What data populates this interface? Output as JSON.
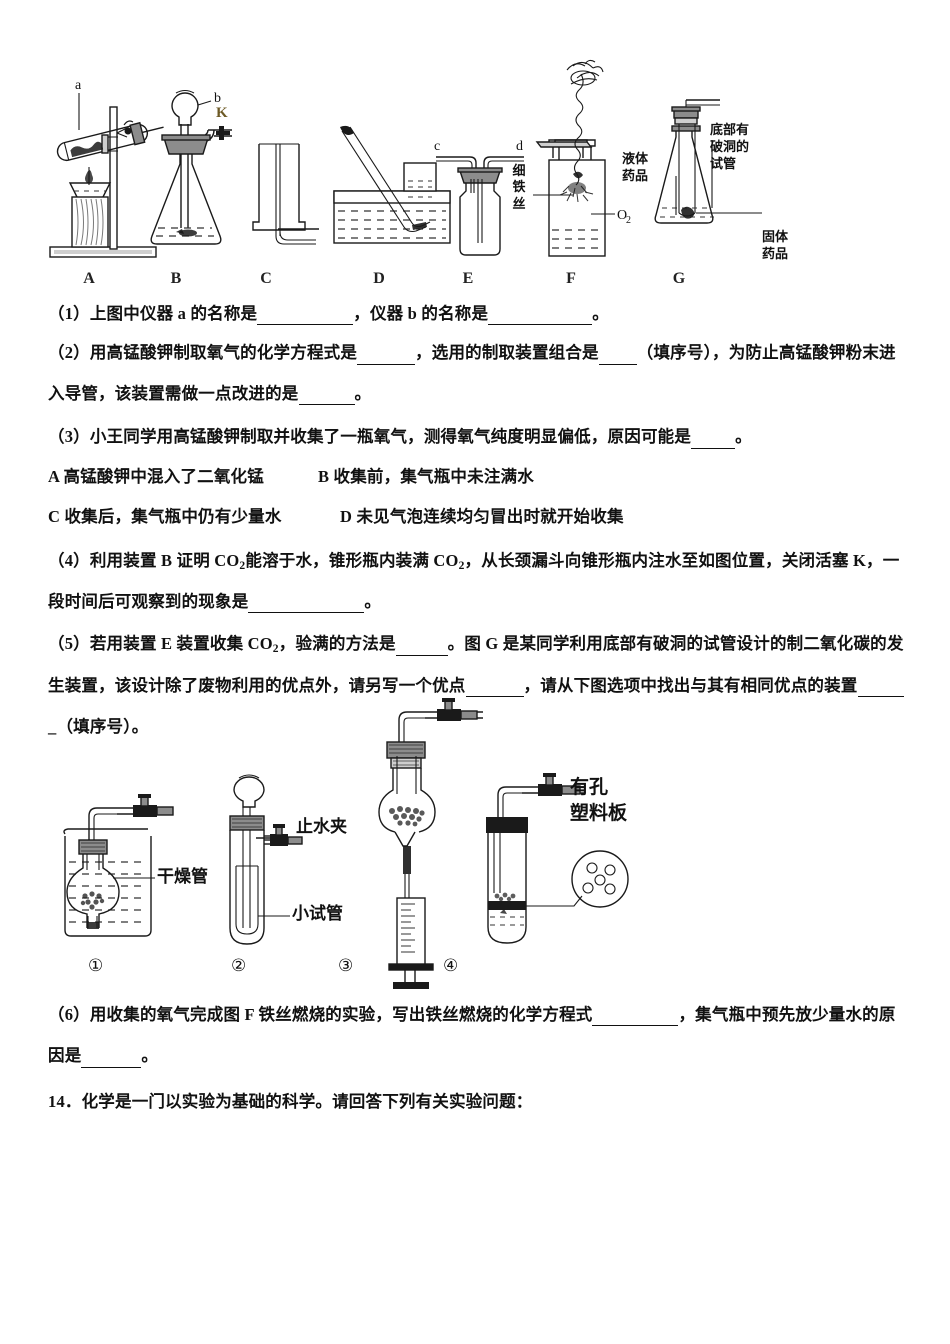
{
  "page": {
    "background": "#ffffff",
    "text_color": "#111111"
  },
  "figure_top": {
    "name": "gas-preparation-apparatus-set",
    "captions": [
      "A",
      "B",
      "C",
      "D",
      "E",
      "F",
      "G"
    ],
    "inline_labels": {
      "a": "a",
      "b": "b",
      "k": "K",
      "c": "c",
      "d": "d",
      "o2": "O",
      "o2_sub": "2",
      "fine_iron_wire": "细\n铁\n丝",
      "liquid_reagent": "液体\n药品",
      "broken_bottom_tube": "底部有\n破洞的\n试管",
      "solid_reagent": "固体\n药品"
    }
  },
  "questions": [
    {
      "id": "q1",
      "segments": [
        {
          "type": "text",
          "value": "（1）上图中仪器 a 的名称是"
        },
        {
          "type": "blank",
          "width": 96
        },
        {
          "type": "text",
          "value": "，仪器 b 的名称是"
        },
        {
          "type": "blank",
          "width": 102
        },
        {
          "type": "text",
          "value": "。"
        }
      ],
      "plain": "（1）上图中仪器 a 的名称是________，仪器 b 的名称是_________。"
    },
    {
      "id": "q2",
      "plain": "（2）用高锰酸钾制取氧气的化学方程式是______，选用的制取装置组合是____（填序号），为防止高锰酸钾粉末进入导管，该装置需做一点改进的是______。"
    },
    {
      "id": "q3",
      "plain": "（3）小王同学用高锰酸钾制取并收集了一瓶氧气，测得氧气纯度明显偏低，原因可能是_____。",
      "options": [
        {
          "key": "A",
          "text": "A 高锰酸钾中混入了二氧化锰"
        },
        {
          "key": "B",
          "text": "B 收集前，集气瓶中未注满水"
        },
        {
          "key": "C",
          "text": "C 收集后，集气瓶中仍有少量水"
        },
        {
          "key": "D",
          "text": "D 未见气泡连续均匀冒出时就开始收集"
        }
      ]
    },
    {
      "id": "q4",
      "plain": "（4）利用装置 B 证明 CO₂能溶于水，锥形瓶内装满 CO₂，从长颈漏斗向锥形瓶内注水至如图位置，关闭活塞 K，一段时间后可观察到的现象是____________。"
    },
    {
      "id": "q5",
      "plain": "（5）若用装置 E 装置收集 CO₂，验满的方法是______。图 G 是某同学利用底部有破洞的试管设计的制二氧化碳的发生装置，该设计除了废物利用的优点外，请另写一个优点_______，请从下图选项中找出与其有相同优点的装置_____ _（填序号）。"
    },
    {
      "id": "q6",
      "plain": "（6）用收集的氧气完成图 F 铁丝燃烧的实验，写出铁丝燃烧的化学方程式__________，集气瓶中预先放少量水的原因是_______。"
    }
  ],
  "question_lines": {
    "q1": "（1）上图中仪器 a 的名称是",
    "q1b": "，仪器 b 的名称是",
    "q1c": "。",
    "q2a": "（2）用高锰酸钾制取氧气的化学方程式是",
    "q2b": "，选用的制取装置组合是",
    "q2c": "（填序号），为防止高锰酸钾粉末进",
    "q2d": "入导管，该装置需做一点改进的是",
    "q2e": "。",
    "q3a": "（3）小王同学用高锰酸钾制取并收集了一瓶氧气，测得氧气纯度明显偏低，原因可能是",
    "q3b": "。",
    "q3_optA": "A 高锰酸钾中混入了二氧化锰",
    "q3_optB": "B 收集前，集气瓶中未注满水",
    "q3_optC": "C 收集后，集气瓶中仍有少量水",
    "q3_optD": "D 未见气泡连续均匀冒出时就开始收集",
    "q4a": "（4）利用装置 B 证明 CO",
    "q4a2": "2",
    "q4b": "能溶于水，锥形瓶内装满 CO",
    "q4b2": "2",
    "q4c": "，从长颈漏斗向锥形瓶内注水至如图位置，关闭活塞 K，一",
    "q4d": "段时间后可观察到的现象是",
    "q4e": "。",
    "q5a": "（5）若用装置 E 装置收集 CO",
    "q5a2": "2",
    "q5b": "，验满的方法是",
    "q5c": "。图 G 是某同学利用底部有破洞的试管设计的制二氧化碳的发",
    "q5d": "生装置，该设计除了废物利用的优点外，请另写一个优点",
    "q5e": "，请从下图选项中找出与其有相同优点的装置",
    "q5f": "_（填序号）。",
    "q6a": "（6）用收集的氧气完成图 F 铁丝燃烧的实验，写出铁丝燃烧的化学方程式",
    "q6b": "，集气瓶中预先放少量水的原",
    "q6c": "因是",
    "q6d": "。",
    "q14": "14．化学是一门以实验为基础的科学。请回答下列有关实验问题："
  },
  "figure_bottom": {
    "name": "co2-generator-options",
    "captions": [
      "①",
      "②",
      "③",
      "④"
    ],
    "inline_labels": {
      "drying_tube": "干燥管",
      "pinch_clamp": "止水夹",
      "small_test_tube": "小试管",
      "perforated_plastic_plate": "有孔\n塑料板"
    }
  }
}
